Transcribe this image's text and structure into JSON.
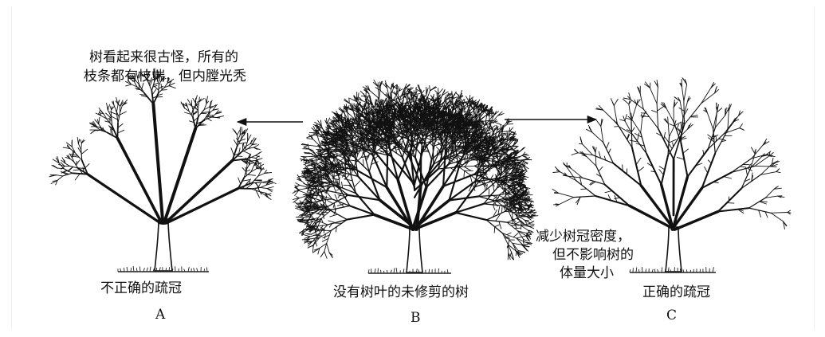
{
  "panels": [
    {
      "letter": "A",
      "caption": "不正确的疏冠"
    },
    {
      "letter": "B",
      "caption": "没有树叶的未修剪的树"
    },
    {
      "letter": "C",
      "caption": "正确的疏冠"
    }
  ],
  "annotations": {
    "a_note_line1": "树看起来很古怪，所有的",
    "a_note_line2": "枝条都有枝端，但内膛光秃",
    "c_note_line1": "减少树冠密度，",
    "c_note_line2": "但不影响树的",
    "c_note_line3": "体量大小"
  },
  "arrows": [
    {
      "from": "B",
      "to": "A"
    },
    {
      "from": "B",
      "to": "C"
    }
  ],
  "colors": {
    "ink": "#111111",
    "background": "#ffffff"
  }
}
